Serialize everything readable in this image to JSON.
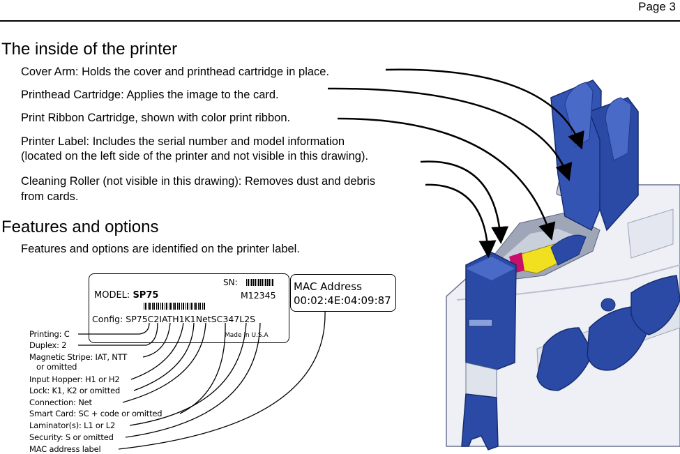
{
  "header": {
    "page_label": "Page 3"
  },
  "section_inside": {
    "title": "The inside of the printer",
    "items": [
      "Cover Arm: Holds the cover and printhead cartridge in place.",
      "Printhead Cartridge: Applies the image to the card.",
      "Print Ribbon Cartridge, shown with color print ribbon.",
      "Printer Label: Includes the serial number and model information",
      "(located on the left side of the printer and not visible in this drawing).",
      "Cleaning Roller (not visible in this drawing): Removes dust and debris",
      "from cards."
    ]
  },
  "section_features": {
    "title": "Features and options",
    "text": "Features and options are identified on the printer label."
  },
  "label": {
    "sn_label": "SN:",
    "sn_value": "M12345",
    "model_prefix": "MODEL: ",
    "model_value": "SP75",
    "config_prefix": "Config: ",
    "config_code": "SP75C2IATH1K1NetSC347L2S",
    "made_in": "Made in U.S.A",
    "mac_title": "MAC Address",
    "mac_value": "00:02:4E:04:09:87"
  },
  "callouts": [
    "Printing: C",
    "Duplex: 2",
    "Magnetic Stripe: IAT, NTT",
    "or omitted",
    "Input Hopper: H1 or H2",
    "Lock: K1, K2 or omitted",
    "Connection: Net",
    "Smart Card: SC + code or omitted",
    "Laminator(s): L1 or L2",
    "Security: S or omitted",
    "MAC address label"
  ],
  "colors": {
    "printer_blue": "#2a4aa6",
    "printer_body": "#eef0f5",
    "ribbon_yellow": "#f0e020",
    "ribbon_magenta": "#c8106a"
  }
}
